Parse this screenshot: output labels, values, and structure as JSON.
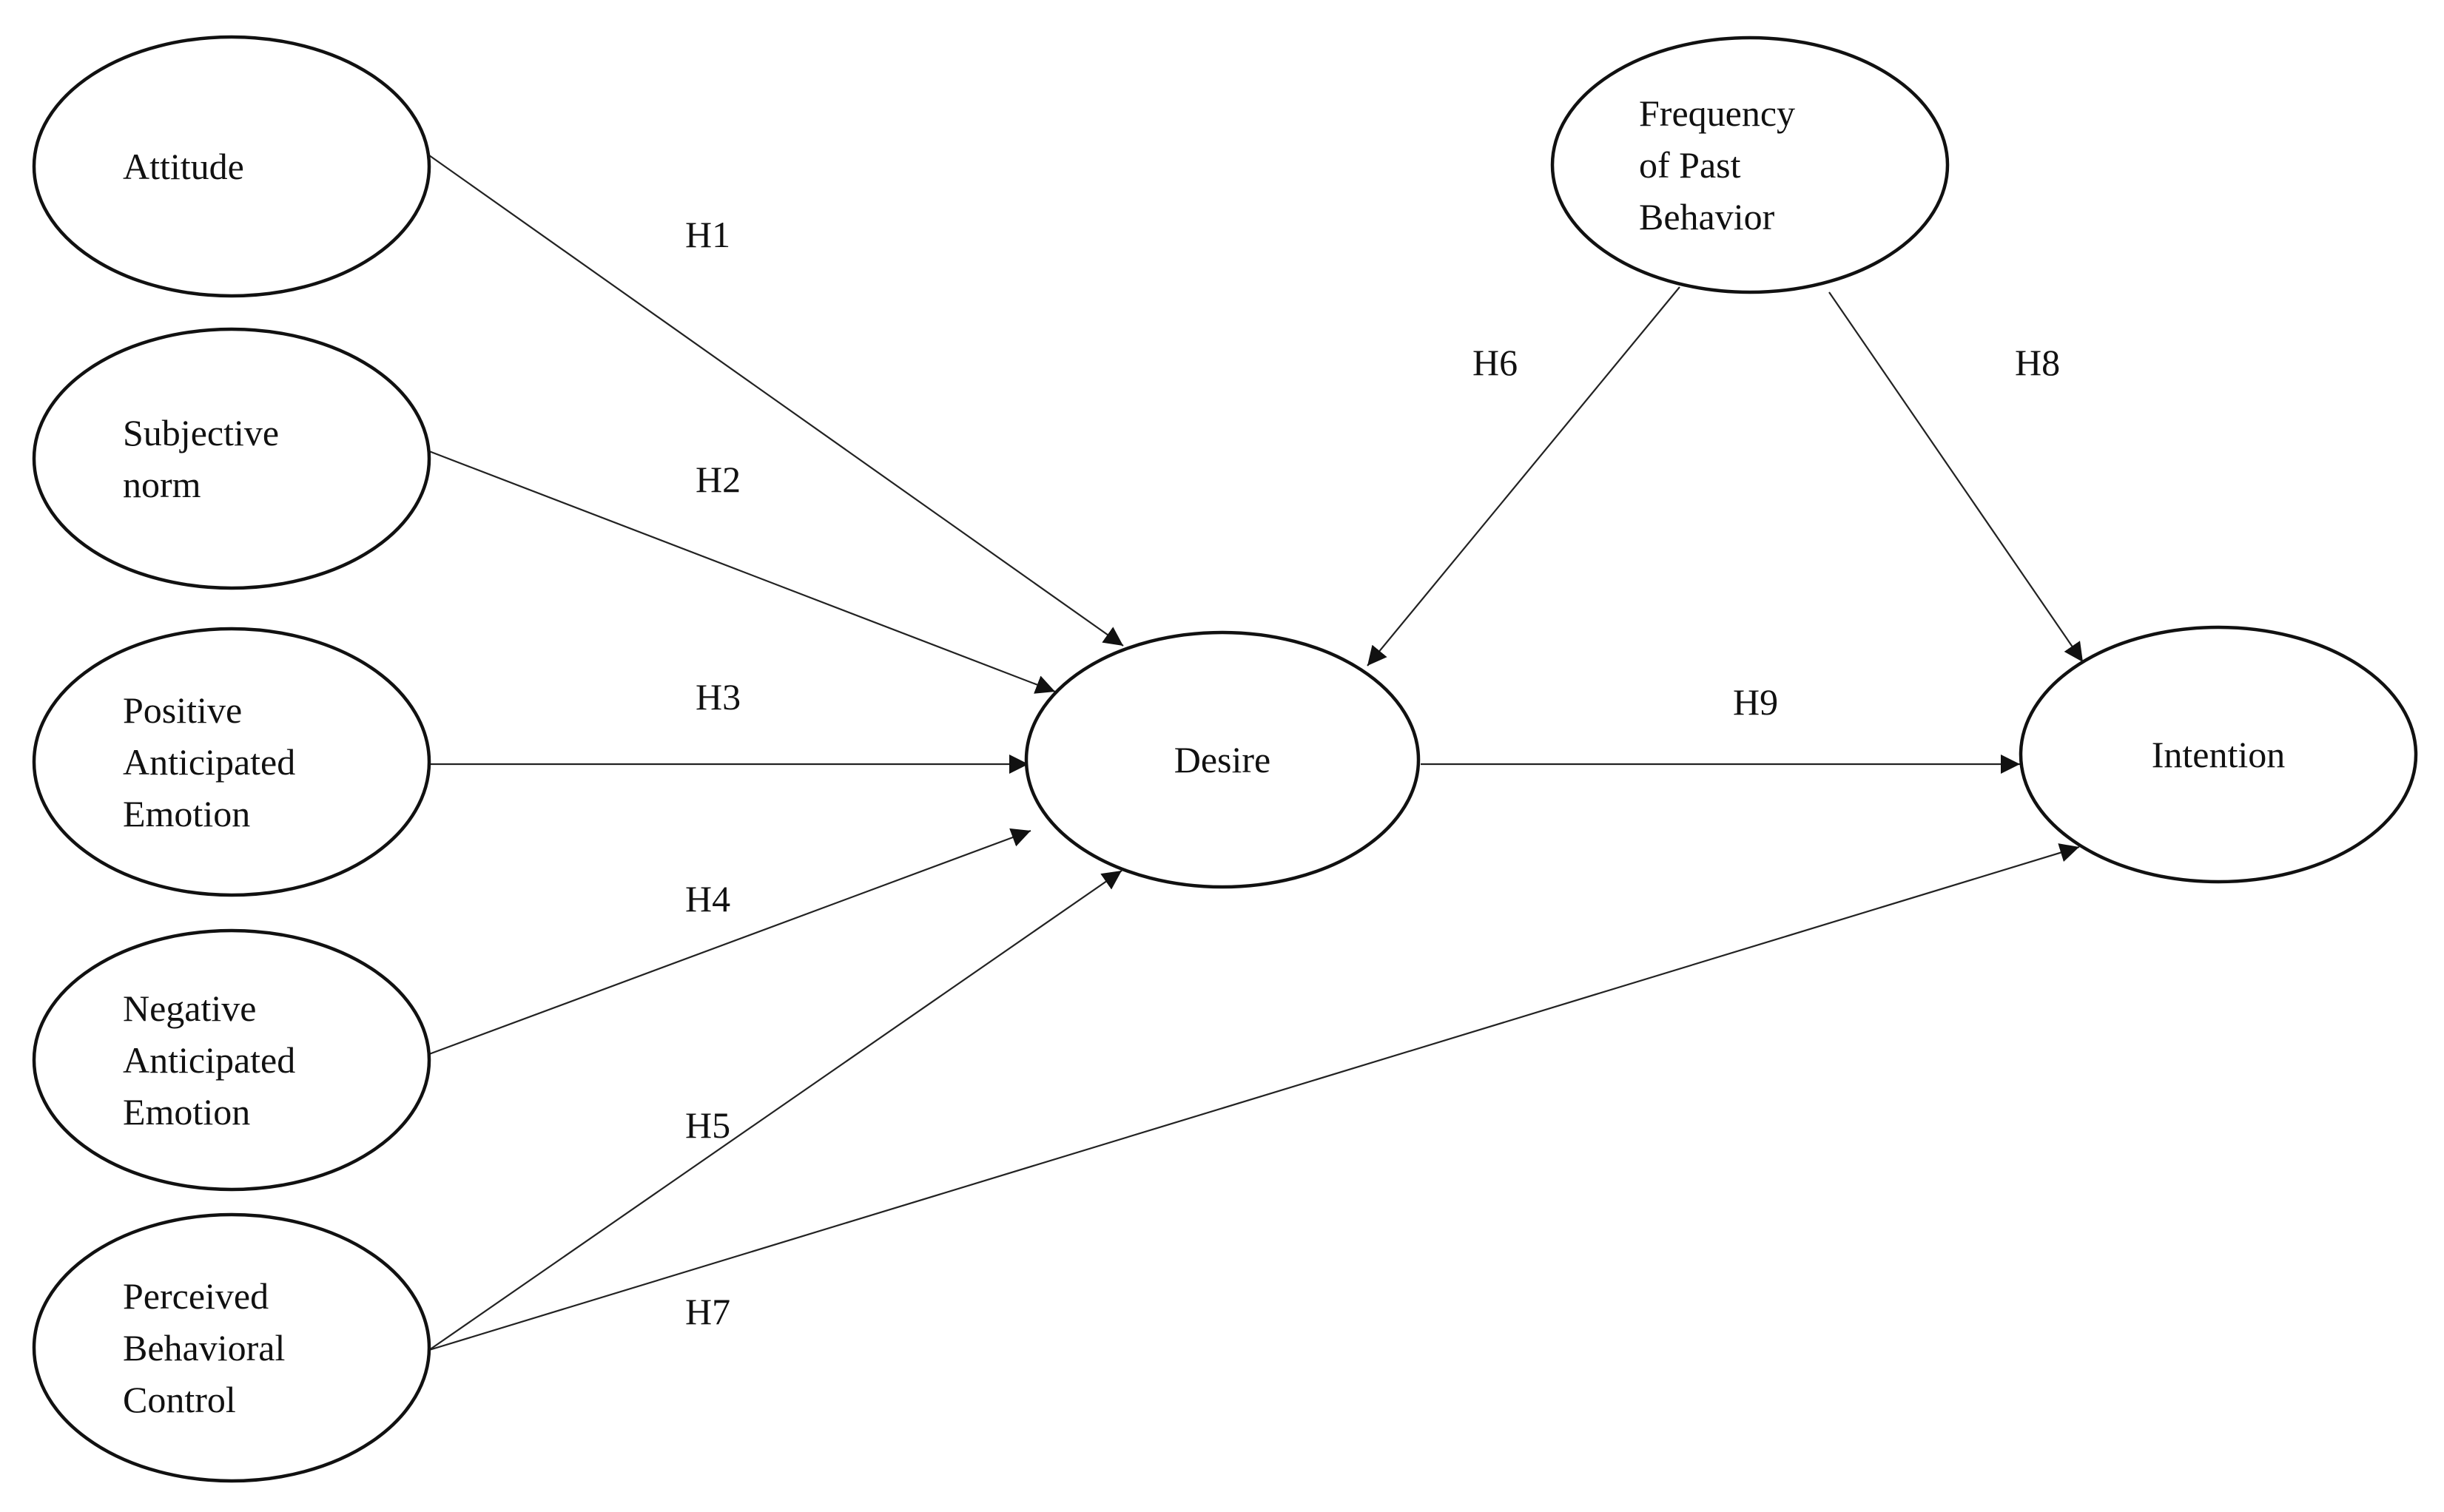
{
  "nodes": [
    {
      "id": "attitude",
      "lines": [
        "Attitude"
      ]
    },
    {
      "id": "subjective_norm",
      "lines": [
        "Subjective",
        "norm"
      ]
    },
    {
      "id": "positive_anticipated_emotion",
      "lines": [
        "Positive",
        "Anticipated",
        "Emotion"
      ]
    },
    {
      "id": "negative_anticipated_emotion",
      "lines": [
        "Negative",
        "Anticipated",
        "Emotion"
      ]
    },
    {
      "id": "perceived_behavioral_control",
      "lines": [
        "Perceived",
        "Behavioral",
        "Control"
      ]
    },
    {
      "id": "desire",
      "lines": [
        "Desire"
      ]
    },
    {
      "id": "frequency_of_past_behavior",
      "lines": [
        "Frequency",
        "of Past",
        "Behavior"
      ]
    },
    {
      "id": "intention",
      "lines": [
        "Intention"
      ]
    }
  ],
  "edges": [
    {
      "id": "h1",
      "from": "attitude",
      "to": "desire",
      "label": "H1"
    },
    {
      "id": "h2",
      "from": "subjective_norm",
      "to": "desire",
      "label": "H2"
    },
    {
      "id": "h3",
      "from": "positive_anticipated_emotion",
      "to": "desire",
      "label": "H3"
    },
    {
      "id": "h4",
      "from": "negative_anticipated_emotion",
      "to": "desire",
      "label": "H4"
    },
    {
      "id": "h5",
      "from": "perceived_behavioral_control",
      "to": "desire",
      "label": "H5"
    },
    {
      "id": "h6",
      "from": "frequency_of_past_behavior",
      "to": "desire",
      "label": "H6"
    },
    {
      "id": "h7",
      "from": "perceived_behavioral_control",
      "to": "intention",
      "label": "H7"
    },
    {
      "id": "h8",
      "from": "frequency_of_past_behavior",
      "to": "intention",
      "label": "H8"
    },
    {
      "id": "h9",
      "from": "desire",
      "to": "intention",
      "label": "H9"
    }
  ]
}
